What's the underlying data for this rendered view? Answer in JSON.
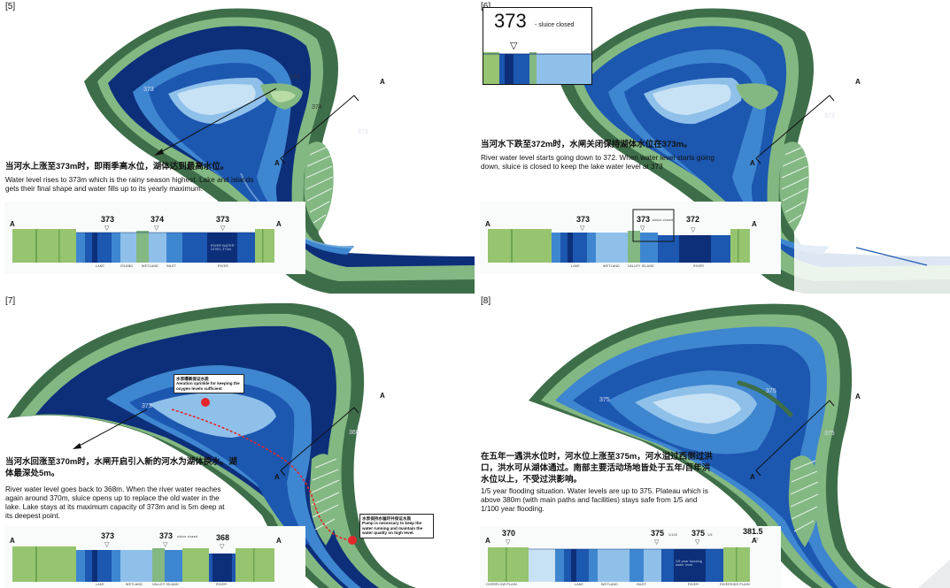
{
  "panels": [
    {
      "number": "[5]",
      "map_labels": [
        "373",
        "374",
        "374",
        "373"
      ],
      "section_mark": "A",
      "text_cn": "当河水上涨至373m时，即雨季高水位，湖体达到最高水位。",
      "text_en": "Water level rises to 373m which is the rainy season highest. Lake and islands gets their final shape and water fills up to its yearly maximum.",
      "section": {
        "end_label": "A",
        "levels": [
          "373",
          "374",
          "373"
        ],
        "zones": [
          "LAKE",
          "ISLAND",
          "WETLAND",
          "INLET",
          "RIVER"
        ],
        "annotation": "RIVER WATER LEVEL 373m"
      }
    },
    {
      "number": "[6]",
      "inset": {
        "level": "373",
        "note": "- sluice closed"
      },
      "map_labels": [
        "373"
      ],
      "section_mark": "A",
      "text_cn": "当河水下跌至372m时，水闸关闭保持湖体水位在373m。",
      "text_en": "River water level starts going down to 372. When water level starts going down, sluice is closed to keep the lake water level at 373",
      "section": {
        "end_label": "A",
        "levels": [
          "373",
          "373",
          "372"
        ],
        "level_note": "sluice closed",
        "zones": [
          "LAKE",
          "WETLAND",
          "VALLEY ISLAND",
          "RIVER"
        ]
      }
    },
    {
      "number": "[7]",
      "map_labels": [
        "373",
        "368"
      ],
      "section_mark": "A",
      "callout_top": {
        "cn": "水泵曝氧保证水质",
        "en": "Aeration sprinkle for keeping the oxygen levels sufficient"
      },
      "callout_bottom": {
        "cn": "水泵保持水循环并保证水质",
        "en": "Pump is necessary to keep the water running and maintain the water quality on high level."
      },
      "text_cn": "当河水回涨至370m时，水闸开启引入新的河水为湖体换水。湖体最深处5m。",
      "text_en": "River water level goes back to 368m. When the river water reaches again around 370m, sluice opens up to replace the old water in the lake. Lake stays at its maximum capacity of 373m and is 5m deep at its deepest point.",
      "section": {
        "end_label": "A",
        "levels": [
          "373",
          "373",
          "368"
        ],
        "level_note": "sluice closed",
        "zones": [
          "LAKE",
          "WETLAND",
          "VALLEY ISLAND",
          "RIVER"
        ]
      }
    },
    {
      "number": "[8]",
      "map_labels": [
        "375",
        "375",
        "375"
      ],
      "section_mark": "A",
      "text_cn": "在五年一遇洪水位时，河水位上涨至375m，河水溢过西侧过洪口，洪水可从湖体通过。南部主要活动场地皆处于五年/百年洪水位以上，不受过洪影响。",
      "text_en": "1/5 year flooding situation. Water levels are up to 375. Plateau which is above 380m (with main paths and facilities) stays safe from 1/5 and 1/100 year flooding.",
      "section": {
        "end_label": "A",
        "levels": [
          "370",
          "375",
          "375",
          "381.5"
        ],
        "level_notes": [
          "1/100",
          "1/5"
        ],
        "zones": [
          "OVERFLOW PLAIN",
          "LAKE",
          "WETLAND",
          "INLET",
          "RIVER",
          "RIVERSIDE PLAIN"
        ],
        "annotation": "1/5 year flooding water level"
      }
    }
  ],
  "colors": {
    "dark_green": "#3e6e49",
    "mid_green": "#83b882",
    "light_green": "#b9dba6",
    "navy": "#0d2f7a",
    "deep_blue": "#1c57b0",
    "mid_blue": "#3f86d0",
    "light_blue": "#8fc0ea",
    "pale_blue": "#c8e2f5",
    "red": "#e3262c"
  }
}
